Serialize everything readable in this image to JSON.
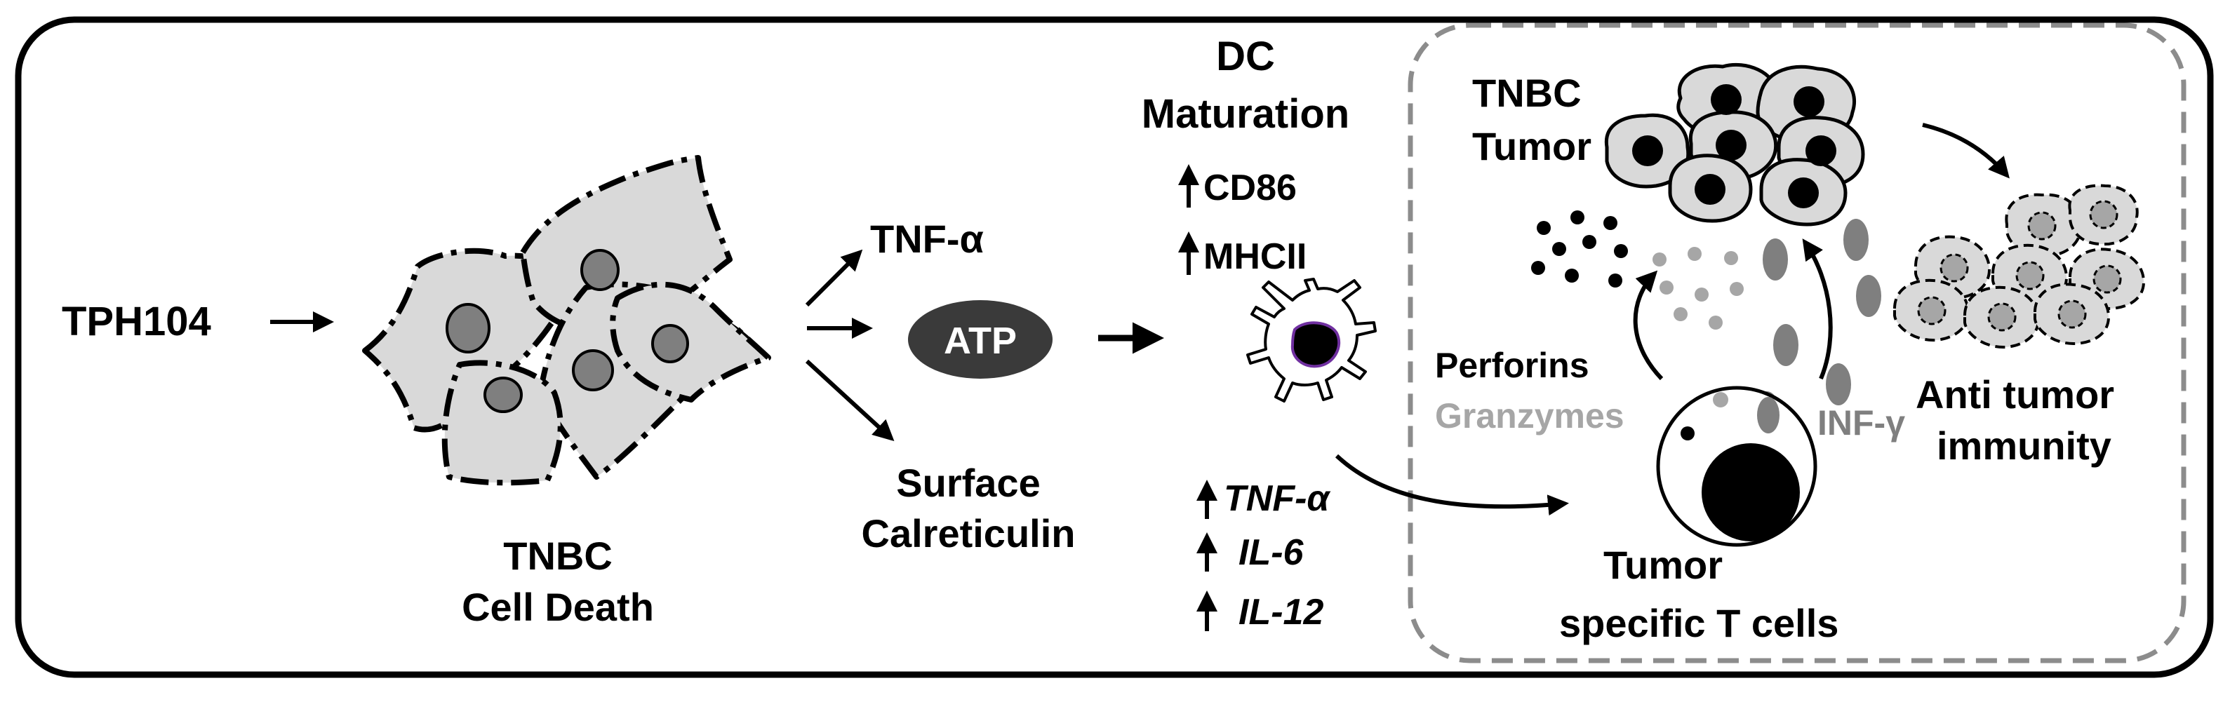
{
  "labels": {
    "drug": "TPH104",
    "cell_death_line1": "TNBC",
    "cell_death_line2": "Cell Death",
    "tnf_alpha": "TNF-α",
    "atp": "ATP",
    "surface_line1": "Surface",
    "surface_line2": "Calreticulin",
    "dc_line1": "DC",
    "dc_line2": "Maturation",
    "cd86": "CD86",
    "mhcii": "MHCII",
    "tnf_alpha_gene": "TNF-α",
    "il6": "IL-6",
    "il12": "IL-12",
    "tumor_line1": "TNBC",
    "tumor_line2": "Tumor",
    "perforins": "Perforins",
    "granzymes": "Granzymes",
    "inf_gamma": "INF-γ",
    "anti_line1": "Anti tumor",
    "anti_line2": "immunity",
    "tcell_line1": "Tumor",
    "tcell_line2": "specific T cells"
  },
  "colors": {
    "ink": "#000000",
    "cell_fill": "#d9d9d9",
    "nucleus_fill": "#7f7f7f",
    "atp_fill": "#3a3a3a",
    "granzyme_gray": "#a6a6a6",
    "inf_gray": "#7f7f7f",
    "dashed_border": "#8c8c8c",
    "dc_nucleus_outline": "#7030a0"
  }
}
